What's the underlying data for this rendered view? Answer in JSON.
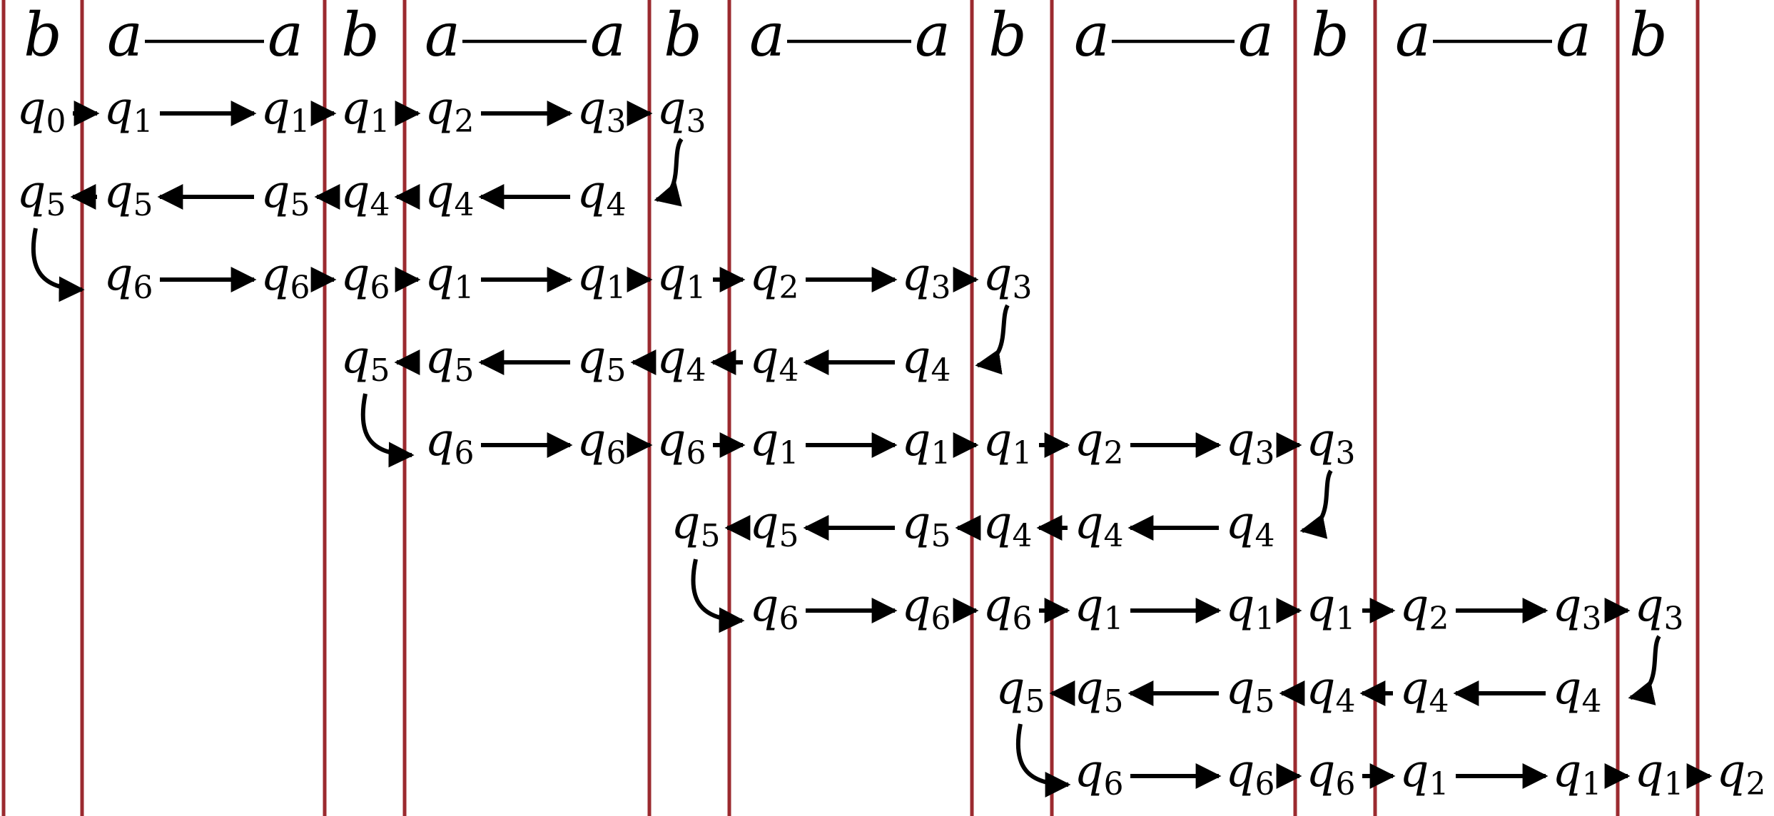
{
  "header": [
    "b",
    "a",
    "a",
    "b",
    "a",
    "a",
    "b",
    "a",
    "a",
    "b",
    "a",
    "a",
    "b",
    "a",
    "a",
    "b"
  ],
  "rows": [
    [
      {
        "t": "q",
        "s": "0"
      },
      {
        "t": "q",
        "s": "1"
      },
      {
        "t": "q",
        "s": "1"
      },
      {
        "t": "q",
        "s": "1"
      },
      {
        "t": "q",
        "s": "2"
      },
      {
        "t": "q",
        "s": "3"
      },
      {
        "t": "q",
        "s": "3"
      }
    ],
    [
      {
        "t": "q",
        "s": "5"
      },
      {
        "t": "q",
        "s": "5"
      },
      {
        "t": "q",
        "s": "5"
      },
      {
        "t": "q",
        "s": "4"
      },
      {
        "t": "q",
        "s": "4"
      },
      {
        "t": "q",
        "s": "4"
      }
    ],
    [
      {
        "t": "q",
        "s": "6"
      },
      {
        "t": "q",
        "s": "6"
      },
      {
        "t": "q",
        "s": "6"
      },
      {
        "t": "q",
        "s": "1"
      },
      {
        "t": "q",
        "s": "1"
      },
      {
        "t": "q",
        "s": "1"
      },
      {
        "t": "q",
        "s": "2"
      },
      {
        "t": "q",
        "s": "3"
      },
      {
        "t": "q",
        "s": "3"
      }
    ],
    [
      {
        "t": "q",
        "s": "5"
      },
      {
        "t": "q",
        "s": "5"
      },
      {
        "t": "q",
        "s": "5"
      },
      {
        "t": "q",
        "s": "4"
      },
      {
        "t": "q",
        "s": "4"
      },
      {
        "t": "q",
        "s": "4"
      }
    ],
    [
      {
        "t": "q",
        "s": "6"
      },
      {
        "t": "q",
        "s": "6"
      },
      {
        "t": "q",
        "s": "6"
      },
      {
        "t": "q",
        "s": "1"
      },
      {
        "t": "q",
        "s": "1"
      },
      {
        "t": "q",
        "s": "1"
      },
      {
        "t": "q",
        "s": "2"
      },
      {
        "t": "q",
        "s": "3"
      },
      {
        "t": "q",
        "s": "3"
      }
    ],
    [
      {
        "t": "q",
        "s": "5"
      },
      {
        "t": "q",
        "s": "5"
      },
      {
        "t": "q",
        "s": "5"
      },
      {
        "t": "q",
        "s": "4"
      },
      {
        "t": "q",
        "s": "4"
      },
      {
        "t": "q",
        "s": "4"
      }
    ],
    [
      {
        "t": "q",
        "s": "6"
      },
      {
        "t": "q",
        "s": "6"
      },
      {
        "t": "q",
        "s": "6"
      },
      {
        "t": "q",
        "s": "1"
      },
      {
        "t": "q",
        "s": "1"
      },
      {
        "t": "q",
        "s": "1"
      },
      {
        "t": "q",
        "s": "2"
      },
      {
        "t": "q",
        "s": "3"
      },
      {
        "t": "q",
        "s": "3"
      }
    ],
    [
      {
        "t": "q",
        "s": "5"
      },
      {
        "t": "q",
        "s": "5"
      },
      {
        "t": "q",
        "s": "5"
      },
      {
        "t": "q",
        "s": "4"
      },
      {
        "t": "q",
        "s": "4"
      },
      {
        "t": "q",
        "s": "4"
      }
    ],
    [
      {
        "t": "q",
        "s": "6"
      },
      {
        "t": "q",
        "s": "6"
      },
      {
        "t": "q",
        "s": "6"
      },
      {
        "t": "q",
        "s": "1"
      },
      {
        "t": "q",
        "s": "1"
      },
      {
        "t": "q",
        "s": "1"
      },
      {
        "t": "q",
        "s": "2"
      }
    ]
  ],
  "colors": {
    "divider": "#9b2a2f",
    "ink": "#000000"
  }
}
